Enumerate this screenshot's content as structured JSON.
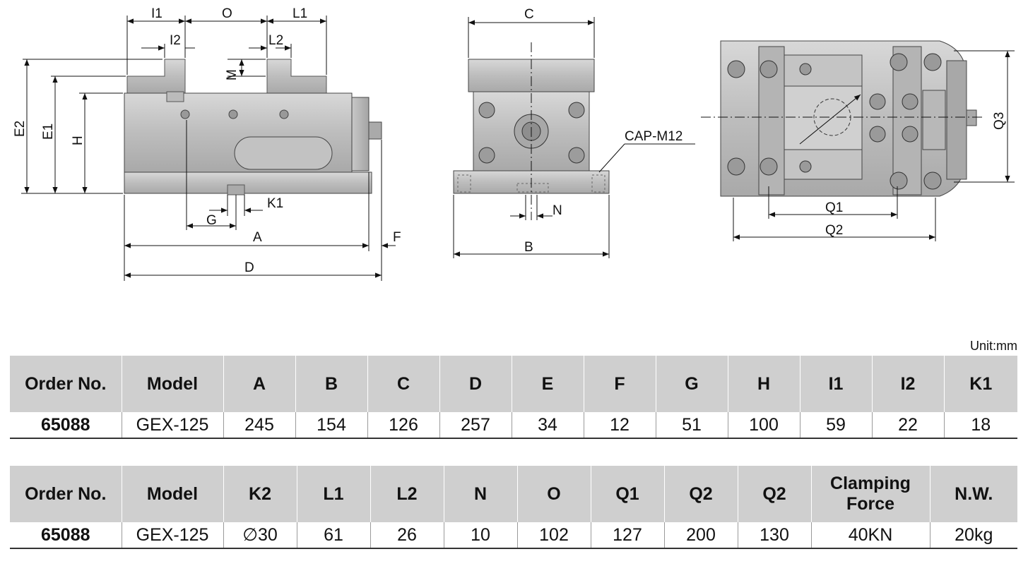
{
  "drawing": {
    "labels": {
      "I1": "I1",
      "O": "O",
      "L1": "L1",
      "I2": "I2",
      "L2": "L2",
      "M": "M",
      "E2": "E2",
      "E1": "E1",
      "H": "H",
      "K1": "K1",
      "G": "G",
      "A": "A",
      "F": "F",
      "D": "D",
      "C": "C",
      "CAP": "CAP-M12",
      "N": "N",
      "B": "B",
      "Q1": "Q1",
      "Q2": "Q2",
      "Q3": "Q3"
    }
  },
  "unit": "Unit:mm",
  "table1": {
    "headers": [
      "Order No.",
      "Model",
      "A",
      "B",
      "C",
      "D",
      "E",
      "F",
      "G",
      "H",
      "I1",
      "I2",
      "K1"
    ],
    "values": [
      "65088",
      "GEX-125",
      "245",
      "154",
      "126",
      "257",
      "34",
      "12",
      "51",
      "100",
      "59",
      "22",
      "18"
    ]
  },
  "table2": {
    "headers": [
      "Order No.",
      "Model",
      "K2",
      "L1",
      "L2",
      "N",
      "O",
      "Q1",
      "Q2",
      "Q2",
      "Clamping Force",
      "N.W."
    ],
    "values": [
      "65088",
      "GEX-125",
      "∅30",
      "61",
      "26",
      "10",
      "102",
      "127",
      "200",
      "130",
      "40KN",
      "20kg"
    ]
  }
}
